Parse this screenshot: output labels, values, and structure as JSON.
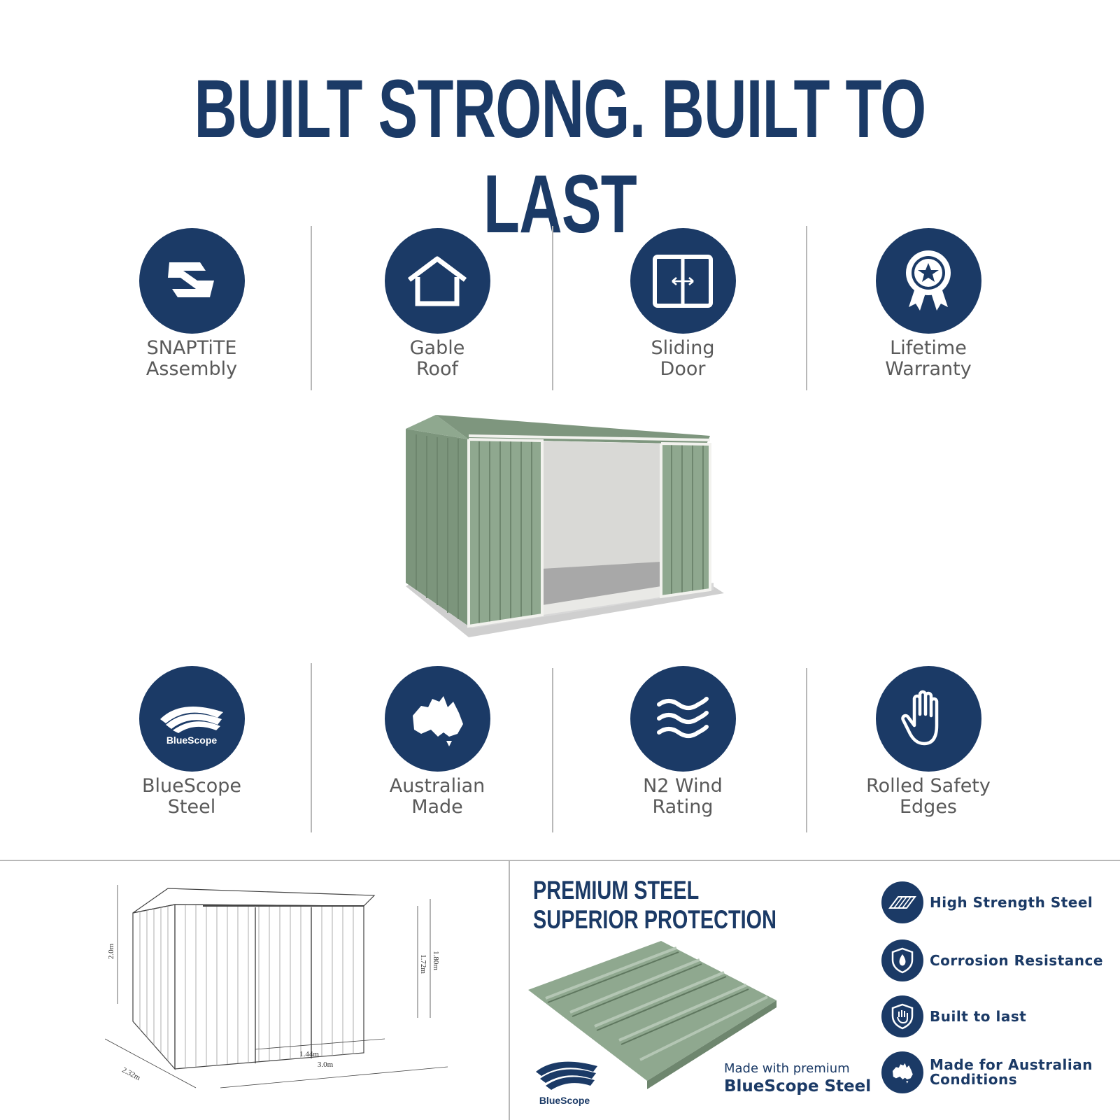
{
  "headline": "BUILT STRONG. BUILT TO LAST",
  "colors": {
    "navy": "#1b3a66",
    "shed_green": "#8fa88f",
    "divider": "#b8b8b8"
  },
  "features_top": [
    {
      "icon": "snaptite-icon",
      "line1": "SNAPTiTE",
      "line2": "Assembly"
    },
    {
      "icon": "house-icon",
      "line1": "Gable",
      "line2": "Roof"
    },
    {
      "icon": "sliding-door-icon",
      "line1": "Sliding",
      "line2": "Door"
    },
    {
      "icon": "award-ribbon-icon",
      "line1": "Lifetime",
      "line2": "Warranty"
    }
  ],
  "features_bottom": [
    {
      "icon": "bluescope-logo-icon",
      "logo_text": "BlueScope",
      "line1": "BlueScope",
      "line2": "Steel"
    },
    {
      "icon": "australia-map-icon",
      "line1": "Australian",
      "line2": "Made"
    },
    {
      "icon": "wind-icon",
      "line1": "N2 Wind",
      "line2": "Rating"
    },
    {
      "icon": "hand-icon",
      "line1": "Rolled Safety",
      "line2": "Edges"
    }
  ],
  "dimensions": {
    "height_total": "2.0m",
    "height_wall": "1.80m",
    "height_door": "1.72m",
    "door_width": "1.44m",
    "width": "3.0m",
    "depth": "2.32m"
  },
  "premium": {
    "line1": "PREMIUM STEEL",
    "line2": "SUPERIOR PROTECTION",
    "logo_text": "BlueScope",
    "made_with": "Made with premium",
    "made_with_brand": "BlueScope Steel"
  },
  "benefits": [
    {
      "icon": "steel-sheet-icon",
      "label": "High Strength Steel"
    },
    {
      "icon": "shield-drop-icon",
      "label": "Corrosion Resistance"
    },
    {
      "icon": "shield-hand-icon",
      "label": "Built to last"
    },
    {
      "icon": "australia-map-icon",
      "label1": "Made for Australian",
      "label2": "Conditions"
    }
  ]
}
